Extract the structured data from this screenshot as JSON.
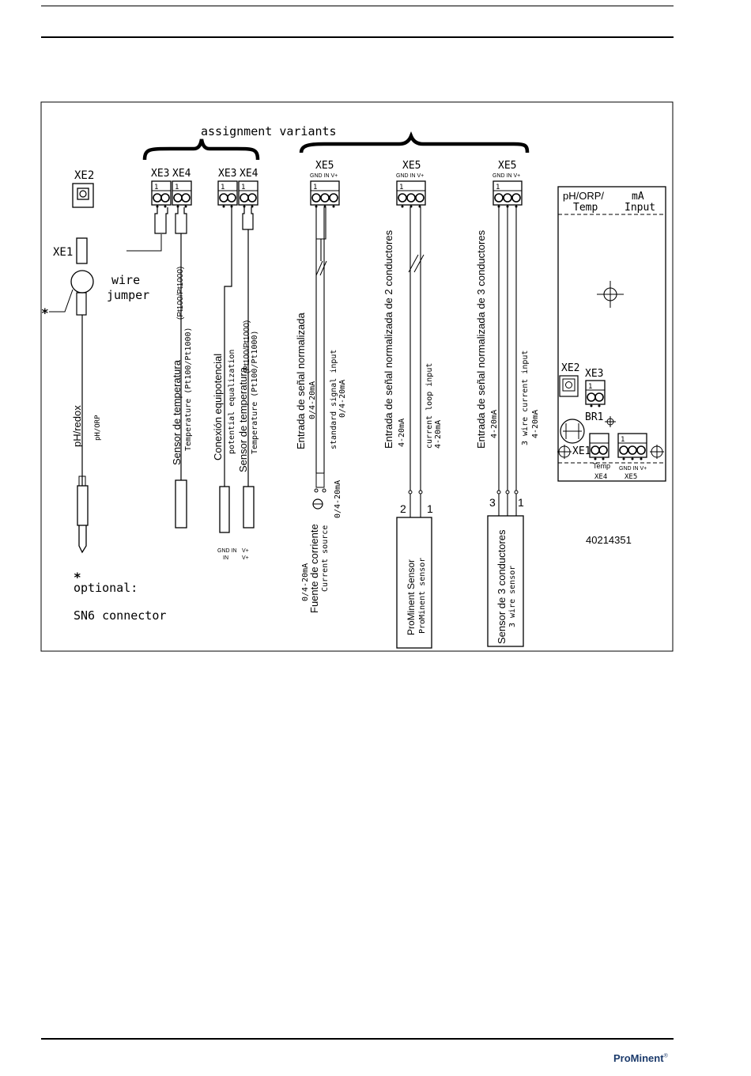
{
  "diagram": {
    "title": "assignment variants",
    "connectors": {
      "xe2": "XE2",
      "xe1": "XE1",
      "xe3": "XE3",
      "xe4": "XE4",
      "xe5": "XE5",
      "br1": "BR1",
      "one": "1",
      "pin_labels": "GND IN V+",
      "pin_gnd_in": "GND IN",
      "pin_in": "IN",
      "pin_v": "V+"
    },
    "left": {
      "wire": "wire",
      "jumper": "jumper",
      "asterisk": "*",
      "ph_es": "pH/redox",
      "ph_en": "pH/ORP",
      "optional": "optional:",
      "sn6": "SN6 connector"
    },
    "temp": {
      "es": "Sensor de temperatura",
      "pt_es": "(Pt100/Pt1000)",
      "en": "Temperature (Pt100/Pt1000)"
    },
    "equip": {
      "es": "Conexión equipotencial",
      "en": "potential equalization"
    },
    "std": {
      "es": "Entrada de señal normalizada",
      "range_es": "0/4-20mA",
      "en": "standard signal input",
      "range_en": "0/4-20mA",
      "small_range": "0/4-20mA",
      "src_range": "0/4-20mA",
      "src_es": "Fuente de corriente",
      "src_en": "Current source"
    },
    "two_wire": {
      "es": "Entrada de señal normalizada de 2 conductores",
      "range": "4-20mA",
      "en": "current loop input",
      "range_en": "4-20mA",
      "num2": "2",
      "num1": "1",
      "sensor_es": "ProMinent Sensor",
      "sensor_en": "ProMinent sensor"
    },
    "three_wire": {
      "es": "Entrada de señal normalizada de 3 conductores",
      "range": "4-20mA",
      "en": "3 wire current input",
      "range_en": "4-20mA",
      "num3": "3",
      "num1": "1",
      "sensor_es": "Sensor de 3 conductores",
      "sensor_en": "3 wire sensor"
    },
    "board": {
      "ph": "pH/ORP/",
      "temp": "Temp",
      "ma": "mA",
      "input": "Input",
      "xe4_temp": "Temp"
    },
    "part_number": "40214351"
  },
  "footer": {
    "brand": "ProMinent",
    "reg": "®"
  },
  "colors": {
    "line": "#000000",
    "brand": "#1b3a6b"
  }
}
